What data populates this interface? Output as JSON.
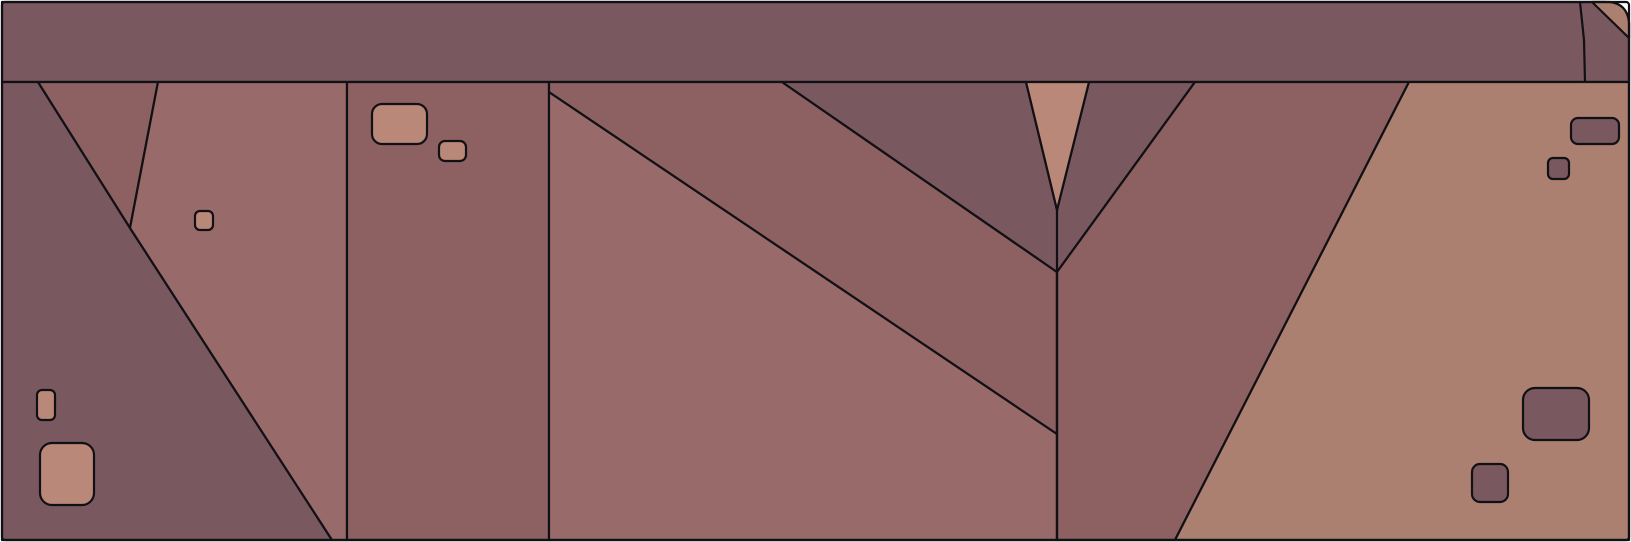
{
  "scene": {
    "kind": "game-tile-wall",
    "palette": {
      "dark": "#7a5860",
      "mid": "#8d6062",
      "light": "#996a6a",
      "sand": "#ab8070",
      "highlight": "#ba8878",
      "ink": "#111014"
    },
    "elements": [
      "top-ledge",
      "left-dark-triangle",
      "left-panel",
      "center-column",
      "middle-large-panel",
      "diagonal-band",
      "dark-wedge",
      "center-highlight-spike",
      "right-band",
      "right-sand-panel",
      "pebbles"
    ]
  }
}
